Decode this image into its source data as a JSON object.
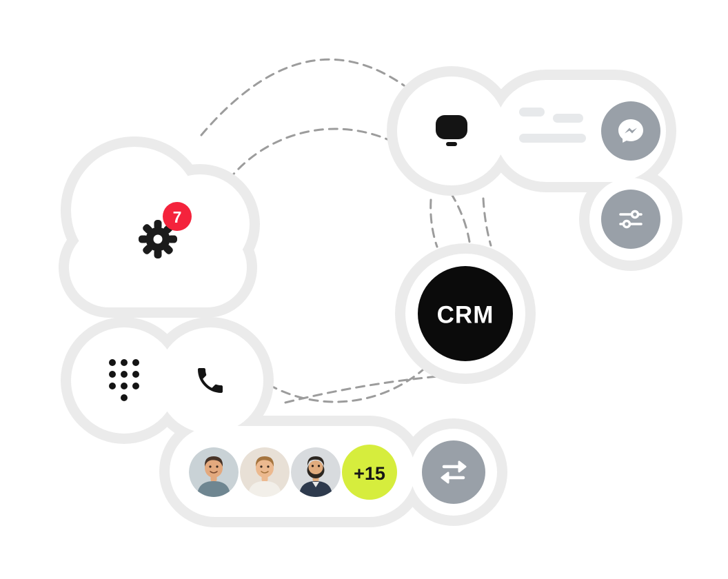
{
  "canvas": {
    "background": "#ffffff",
    "outline_color": "#ebebeb",
    "connector_color": "#9c9c9c",
    "connector_style": "dashed"
  },
  "cloud": {
    "icon": "gear-icon",
    "badge": {
      "count": "7",
      "color": "#f4233c"
    }
  },
  "chat_card": {
    "icon": "chat-bubble-icon",
    "skeleton_lines": 3,
    "messenger_button": {
      "icon": "messenger-icon",
      "color": "#99a0a8"
    }
  },
  "settings_button": {
    "icon": "sliders-icon",
    "color": "#99a0a8"
  },
  "crm": {
    "label": "CRM",
    "color": "#0b0b0b"
  },
  "dialer": {
    "icons": [
      "dialpad-icon",
      "phone-handset-icon"
    ]
  },
  "team": {
    "avatars": [
      "avatar-photo-1",
      "avatar-photo-2",
      "avatar-photo-3"
    ],
    "more_label": "+15",
    "more_color": "#d6ed3d",
    "transfer_button": {
      "icon": "transfer-arrows-icon",
      "color": "#99a0a8"
    }
  }
}
